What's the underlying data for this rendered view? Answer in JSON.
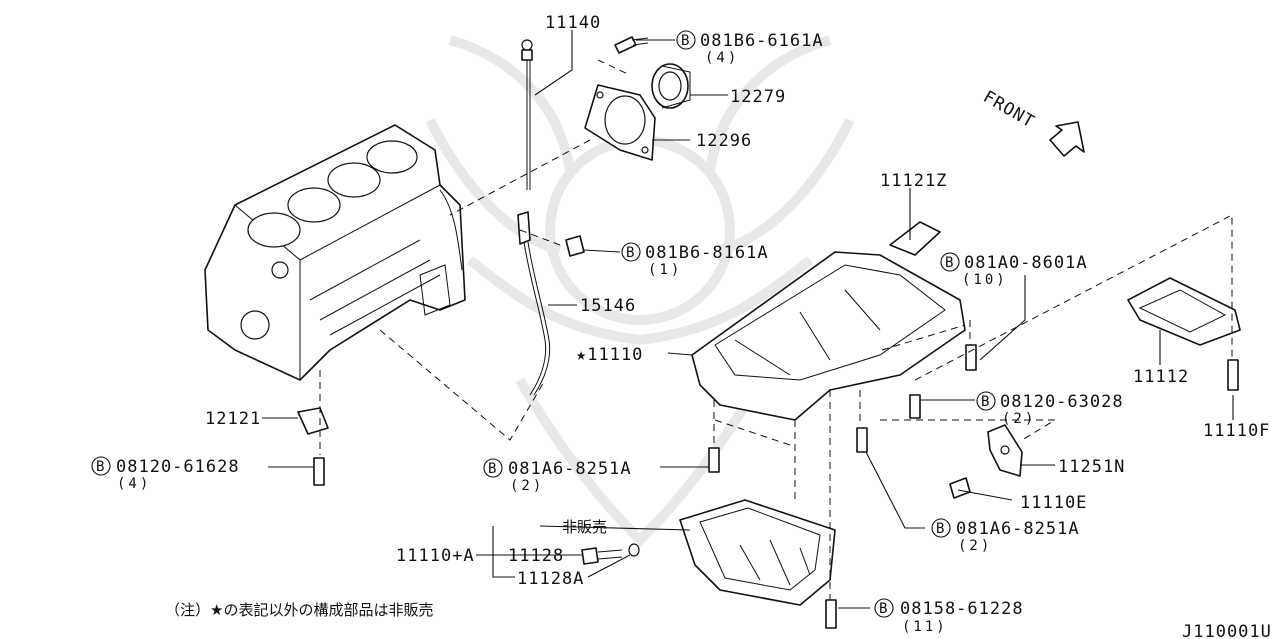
{
  "diagram_id": "J110001U",
  "note_jp": "（注）★の表記以外の構成部品は非販売",
  "front_label": "FRONT",
  "bolt_symbol": "B",
  "parts": {
    "dipstick": "11140",
    "rear_oil_seal": "12279",
    "seal_retainer": "12296",
    "oil_pan_assembly": "★11110",
    "dipstick_guide": "15146",
    "baffle_plate": "11112",
    "oil_pan_gasket_seal": "11121Z",
    "block_bracket": "12121",
    "drain_plug_assy": "11110+A",
    "drain_plug": "11128",
    "drain_washer": "11128A",
    "not_sold_label": "非販売",
    "bracket_11251n": "11251N",
    "bolt_11110e": "11110E",
    "bolt_11110f": "11110F"
  },
  "bolts": [
    {
      "code": "081B6-6161A",
      "qty": "(4)"
    },
    {
      "code": "081B6-8161A",
      "qty": "(1)"
    },
    {
      "code": "081A0-8601A",
      "qty": "(10)"
    },
    {
      "code": "08120-63028",
      "qty": "(2)"
    },
    {
      "code": "08120-61628",
      "qty": "(4)"
    },
    {
      "code": "081A6-8251A",
      "qty": "(2)"
    },
    {
      "code": "081A6-8251A",
      "qty": "(2)"
    },
    {
      "code": "08158-61228",
      "qty": "(11)"
    }
  ]
}
